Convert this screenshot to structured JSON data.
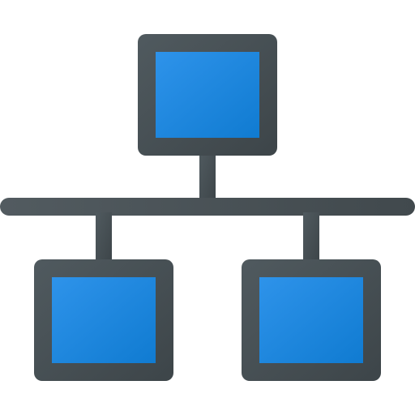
{
  "icon": {
    "name": "network-hierarchy-icon",
    "nodes": [
      {
        "id": "top-node",
        "role": "parent"
      },
      {
        "id": "bottom-left-node",
        "role": "child"
      },
      {
        "id": "bottom-right-node",
        "role": "child"
      }
    ],
    "colors": {
      "frame": "#4a5358",
      "frame_dark": "#394145",
      "screen_light": "#2b8fe6",
      "screen_dark": "#137dd3",
      "connector": "#4a5358"
    }
  }
}
